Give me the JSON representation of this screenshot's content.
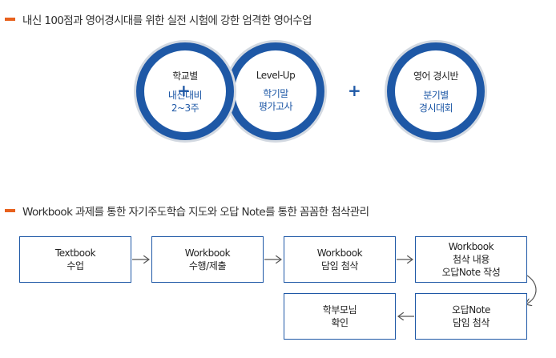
{
  "section1": {
    "heading": "내신 100점과 영어경시대를 위한 실전 시험에 강한 엄격한 영어수업",
    "circles": [
      {
        "title": "학교별",
        "lines": [
          "내신대비",
          "2~3주"
        ]
      },
      {
        "title": "Level-Up",
        "lines": [
          "학기말",
          "평가고사"
        ]
      },
      {
        "title": "영어 경시반",
        "lines": [
          "분기별",
          "경시대회"
        ]
      }
    ],
    "plus": "+"
  },
  "section2": {
    "heading": "Workbook 과제를 통한 자기주도학습 지도와 오답 Note를 통한 꼼꼼한 첨삭관리",
    "steps": [
      {
        "lines": [
          "Textbook",
          "수업"
        ]
      },
      {
        "lines": [
          "Workbook",
          "수행/제출"
        ]
      },
      {
        "lines": [
          "Workbook",
          "담임 첨삭"
        ]
      },
      {
        "lines": [
          "Workbook",
          "첨삭 내용",
          "오답Note 작성"
        ]
      },
      {
        "lines": [
          "오답Note",
          "담임 첨삭"
        ]
      },
      {
        "lines": [
          "학부모님",
          "확인"
        ]
      }
    ]
  },
  "colors": {
    "accent": "#e8611d",
    "primary": "#1e58a6",
    "ring": "#d3d9e1"
  }
}
